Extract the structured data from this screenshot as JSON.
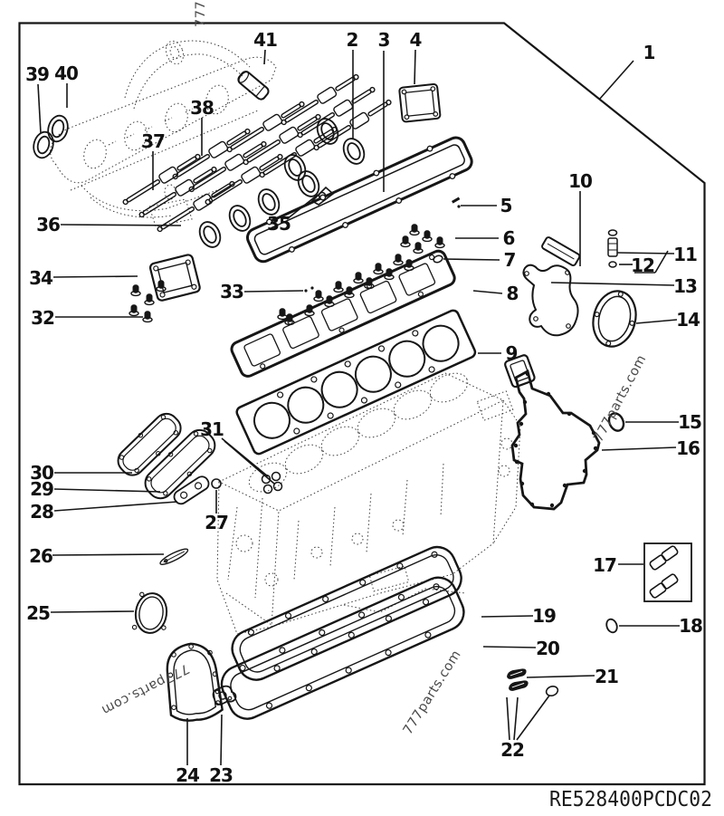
{
  "drawing": {
    "part_code": "RE528400PCDC02",
    "watermark": "777parts.com",
    "callouts": {
      "n1": "1",
      "n2": "2",
      "n3": "3",
      "n4": "4",
      "n5": "5",
      "n6": "6",
      "n7": "7",
      "n8": "8",
      "n9": "9",
      "n10": "10",
      "n11": "11",
      "n12": "12",
      "n13": "13",
      "n14": "14",
      "n15": "15",
      "n16": "16",
      "n17": "17",
      "n18": "18",
      "n19": "19",
      "n20": "20",
      "n21": "21",
      "n22": "22",
      "n23": "23",
      "n24": "24",
      "n25": "25",
      "n26": "26",
      "n27": "27",
      "n28": "28",
      "n29": "29",
      "n30": "30",
      "n31": "31",
      "n32": "32",
      "n33": "33",
      "n34": "34",
      "n35": "35",
      "n36": "36",
      "n37": "37",
      "n38": "38",
      "n39": "39",
      "n40": "40",
      "n41": "41"
    }
  }
}
